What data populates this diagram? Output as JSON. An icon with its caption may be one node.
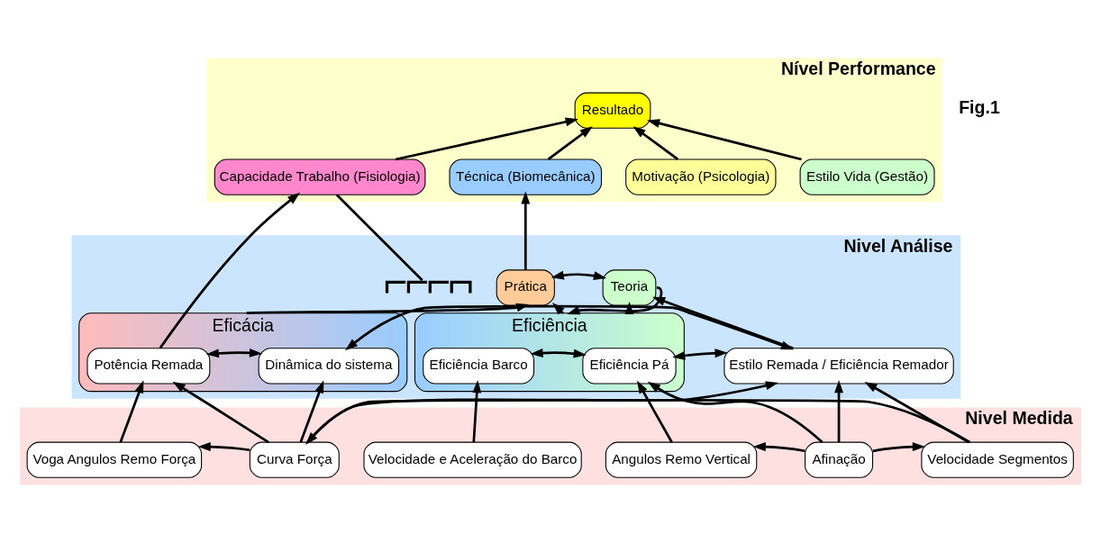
{
  "diagram": {
    "nodes": [
      {
        "text": [
          "Nível Performance"
        ]
      },
      {
        "text": [
          "Resultado"
        ],
        "in": 0
      },
      {
        "text": [
          "Capacidade Trabalho (Fisiologia)"
        ],
        "in": 0
      },
      {
        "text": [
          "Técnica (Biomecânica)"
        ],
        "in": 0
      },
      {
        "text": [
          "Motivação (Psicologia)"
        ],
        "in": 0
      },
      {
        "text": [
          "Estilo Vida (Gestão)"
        ],
        "in": 0
      },
      {
        "text": [
          "Nivel Análise"
        ]
      },
      {
        "text": [
          "Prática"
        ],
        "in": 6
      },
      {
        "text": [
          "Teoria"
        ],
        "in": 6
      },
      {
        "text": [
          "Eficácia"
        ],
        "in": 6
      },
      {
        "text": [
          "Potência Remada"
        ],
        "in": 9
      },
      {
        "text": [
          "Dinâmica do sistema"
        ],
        "in": 9
      },
      {
        "text": [
          "Estilo Remada / Eficiência Remador"
        ],
        "in": 6
      },
      {
        "text": [
          "Eficiência"
        ],
        "in": 6
      },
      {
        "text": [
          "Eficiência Pá"
        ],
        "in": 13
      },
      {
        "text": [
          "Eficiência Barco"
        ],
        "in": 13
      },
      {
        "text": [
          "Nivel Medida"
        ]
      },
      {
        "text": [
          "Voga Angulos Remo Força"
        ],
        "in": 16
      },
      {
        "text": [
          "Curva Força"
        ],
        "in": 16
      },
      {
        "text": [
          "Velocidade Segmentos"
        ],
        "in": 16
      },
      {
        "text": [
          "Afinação"
        ],
        "in": 16
      },
      {
        "text": [
          "Angulos Remo Vertical"
        ],
        "in": 16
      },
      {
        "text": [
          "Velocidade e Aceleração do Barco"
        ],
        "in": 16
      },
      {
        "text": [],
        "shape": "bar",
        "in": 6
      }
    ],
    "edges": [
      {
        "from": 2,
        "to": 1,
        "arrow": "to"
      },
      {
        "from": 3,
        "to": 1,
        "arrow": "to"
      },
      {
        "from": 4,
        "to": 1,
        "arrow": "to"
      },
      {
        "from": 5,
        "to": 1,
        "arrow": "to"
      },
      {
        "from": 2,
        "to": 23,
        "arrow": "none"
      },
      {
        "from": 10,
        "to": 2,
        "arrow": "to"
      },
      {
        "from": 7,
        "to": 3,
        "arrow": "to"
      },
      {
        "from": 7,
        "to": 8,
        "arrow": "both"
      },
      {
        "from": 9,
        "to": 7,
        "arrow": "to"
      },
      {
        "from": 12,
        "to": 8,
        "arrow": "to"
      },
      {
        "from": 13,
        "to": 7,
        "arrow": "to"
      },
      {
        "from": 13,
        "to": 8,
        "arrow": "to"
      },
      {
        "from": 8,
        "to": 13,
        "arrow": "to"
      },
      {
        "from": 10,
        "to": 11,
        "arrow": "both"
      },
      {
        "from": 11,
        "to": 12,
        "arrow": "both"
      },
      {
        "from": 12,
        "to": 14,
        "arrow": "both"
      },
      {
        "from": 14,
        "to": 15,
        "arrow": "both"
      },
      {
        "from": 17,
        "to": 10,
        "arrow": "to"
      },
      {
        "from": 18,
        "to": 10,
        "arrow": "to"
      },
      {
        "from": 18,
        "to": 11,
        "arrow": "to"
      },
      {
        "from": 18,
        "to": 12,
        "arrow": "to"
      },
      {
        "from": 19,
        "to": 12,
        "arrow": "to"
      },
      {
        "from": 20,
        "to": 12,
        "arrow": "to"
      },
      {
        "from": 20,
        "to": 14,
        "arrow": "to"
      },
      {
        "from": 21,
        "to": 14,
        "arrow": "to"
      },
      {
        "from": 22,
        "to": 15,
        "arrow": "to"
      },
      {
        "from": 18,
        "to": 17,
        "arrow": "to"
      },
      {
        "from": 19,
        "to": 18,
        "arrow": "to"
      },
      {
        "from": 20,
        "to": 19,
        "arrow": "to"
      },
      {
        "from": 20,
        "to": 21,
        "arrow": "to"
      }
    ],
    "labels": [
      "Fig.1"
    ]
  }
}
